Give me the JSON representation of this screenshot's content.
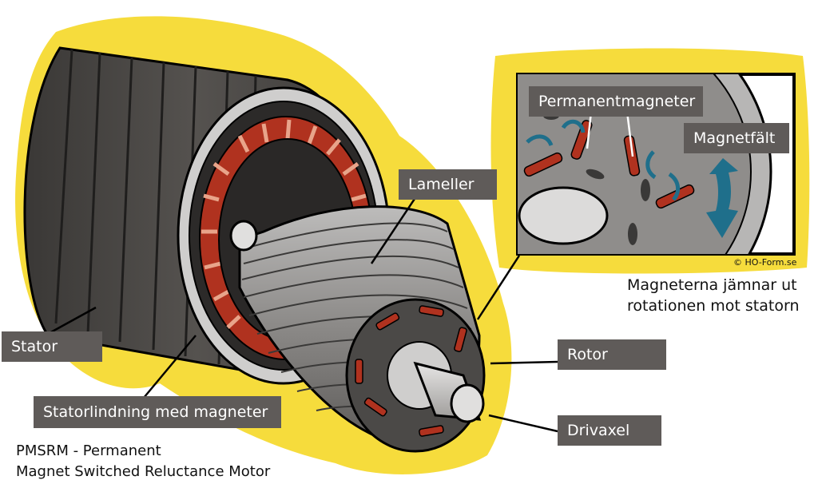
{
  "labels": {
    "lameller": "Lameller",
    "stator": "Stator",
    "statorlindning": "Statorlindning med magneter",
    "rotor": "Rotor",
    "drivaxel": "Drivaxel",
    "permanentmagneter": "Permanentmagneter",
    "magnetfalt": "Magnetfält"
  },
  "inset": {
    "copyright": "© HO-Form.se",
    "caption_line1": "Magneterna jämnar ut",
    "caption_line2": "rotationen mot statorn"
  },
  "footer": {
    "line1": "PMSRM - Permanent",
    "line2": "Magnet Switched Reluctance Motor"
  },
  "colors": {
    "highlight_yellow": "#f6dc3c",
    "label_bg": "#5f5b59",
    "stator_dark": "#4a4846",
    "winding_red": "#b0321f",
    "arrow_teal": "#1f6f8b"
  },
  "icons": {
    "field_arrow": "double-headed-curved-arrow-icon",
    "rotation_arrows": "curved-arrow-icon"
  }
}
